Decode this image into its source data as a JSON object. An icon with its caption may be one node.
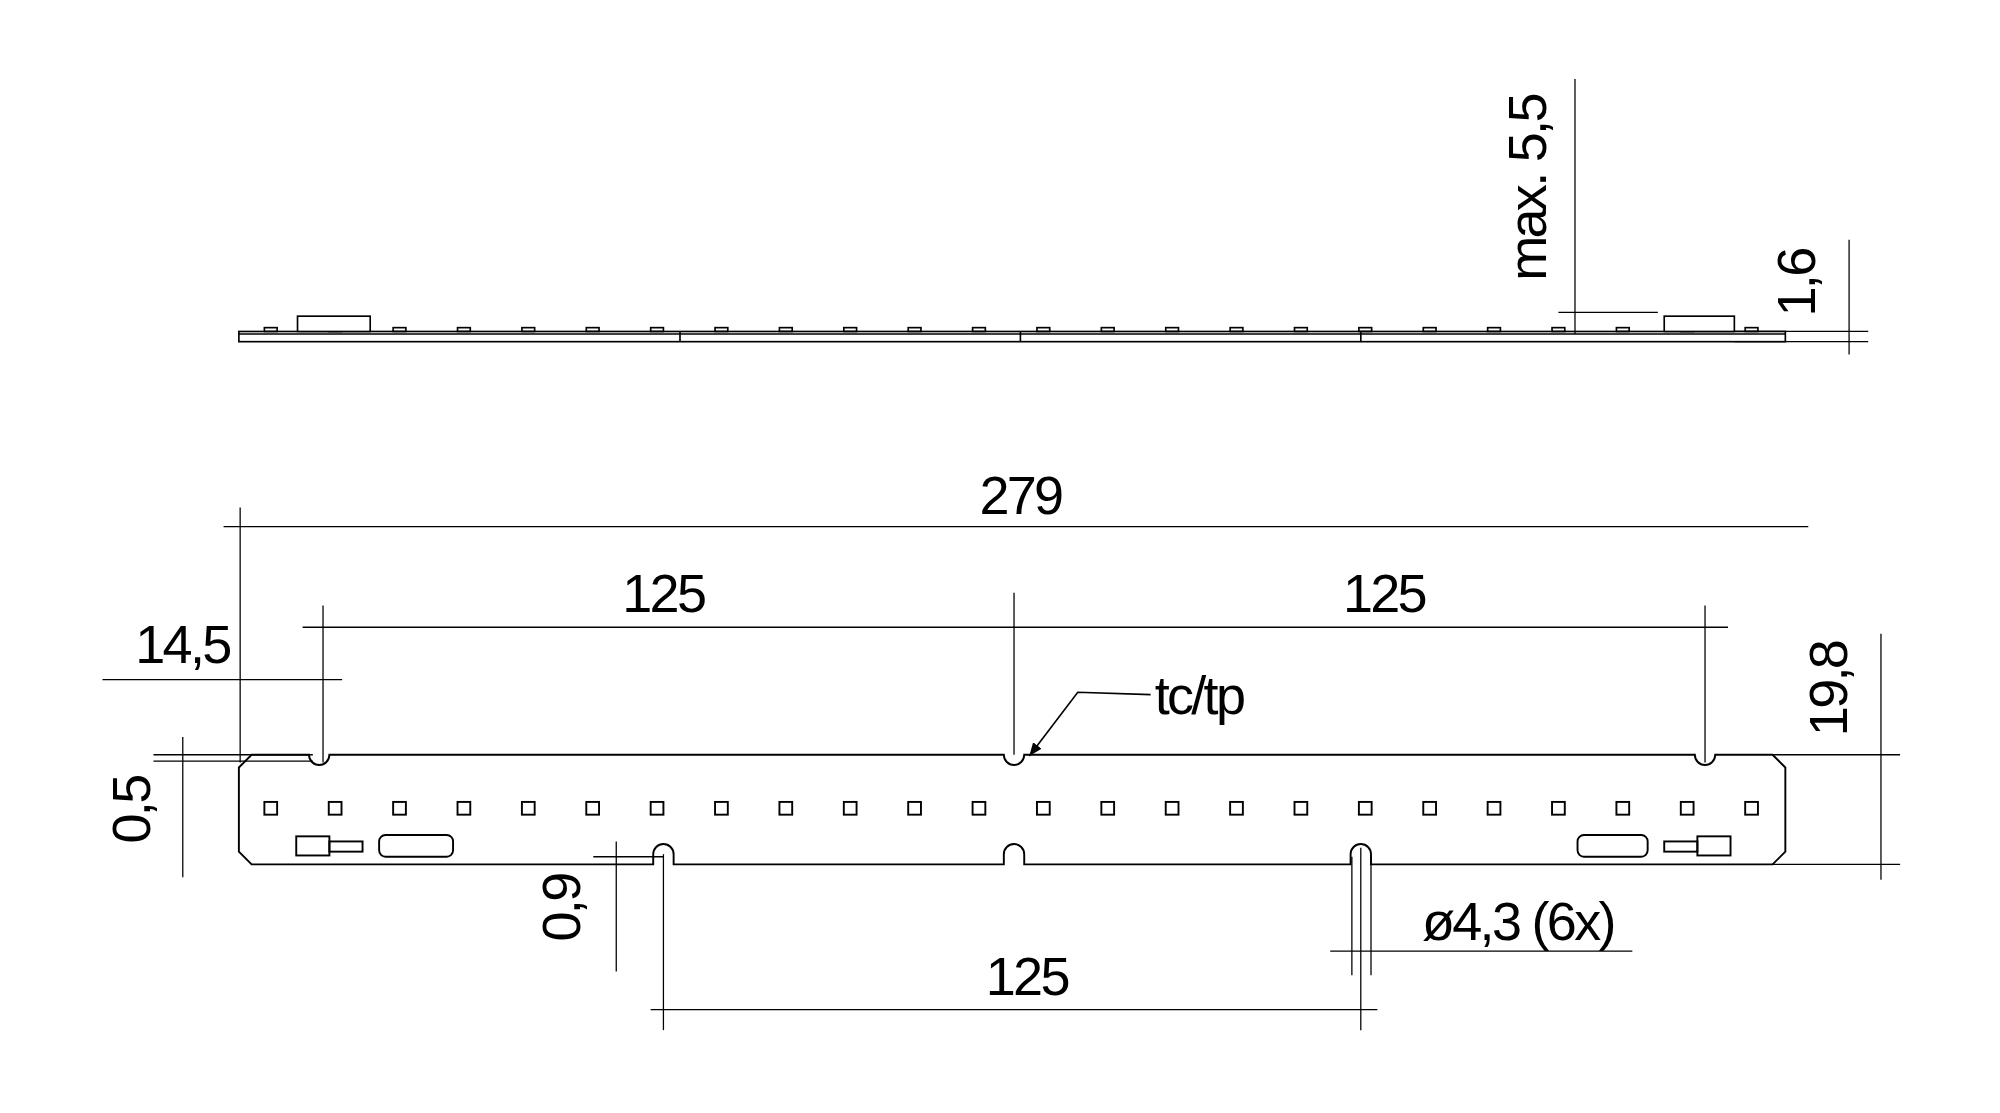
{
  "diagram": {
    "nodes": [
      {
        "text": [
          "tc/tp"
        ]
      },
      {
        "text": [],
        "shape": "bar"
      }
    ],
    "edges": [
      {
        "from": 0,
        "to": 1,
        "arrow": "to"
      }
    ],
    "labels": [
      "max. 5,5",
      "1,6",
      "279",
      "125",
      "125",
      "14,5",
      "19,8",
      "0,5",
      "0,9",
      "ø4,3 (6x)",
      "125"
    ]
  }
}
